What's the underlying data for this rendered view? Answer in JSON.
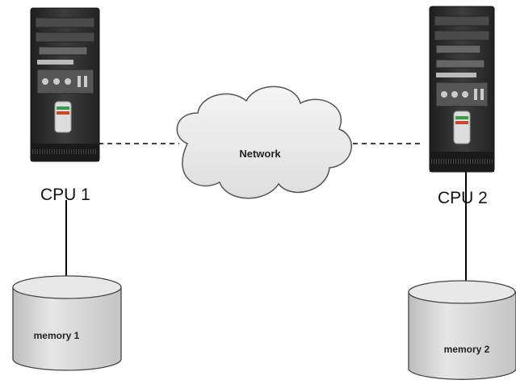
{
  "nodes": {
    "cpu1": {
      "label": "CPU 1"
    },
    "cpu2": {
      "label": "CPU 2"
    },
    "network": {
      "label": "Network"
    },
    "memory1": {
      "label": "memory 1"
    },
    "memory2": {
      "label": "memory 2"
    }
  },
  "icons": {
    "computer": "tower-computer-icon",
    "storage": "database-cylinder-icon",
    "network": "cloud-icon"
  },
  "colors": {
    "tower_dark": "#2b2b2b",
    "tower_front": "#3a3a3a",
    "cylinder_fill": "#d9d9d9",
    "line": "#000000"
  }
}
